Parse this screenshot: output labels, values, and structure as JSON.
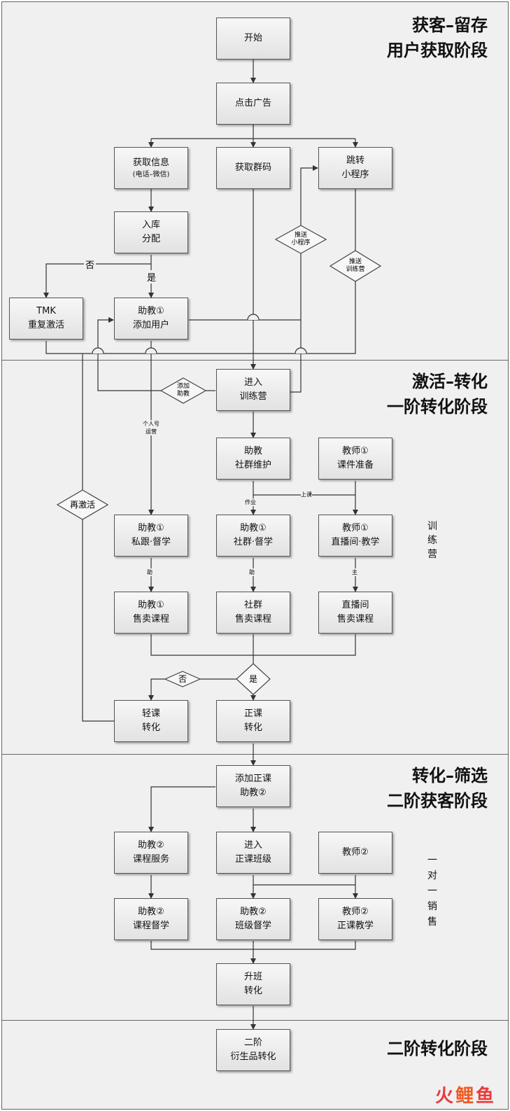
{
  "stages": {
    "s1": {
      "line1": "获客–留存",
      "line2": "用户获取阶段"
    },
    "s2": {
      "line1": "激活–转化",
      "line2": "一阶转化阶段"
    },
    "s3": {
      "line1": "转化–筛选",
      "line2": "二阶获客阶段"
    },
    "s4": {
      "line1": "二阶转化阶段"
    }
  },
  "nodes": {
    "start": {
      "line1": "开始"
    },
    "click_ad": {
      "line1": "点击广告"
    },
    "get_info": {
      "line1": "获取信息",
      "sub": "(电话–微信)"
    },
    "get_group": {
      "line1": "获取群码"
    },
    "jump": {
      "line1": "跳转",
      "line2": "小程序"
    },
    "store": {
      "line1": "入库",
      "line2": "分配"
    },
    "tmk": {
      "line1": "TMK",
      "line2": "重复激活"
    },
    "ta1_add": {
      "line1": "助教①",
      "line2": "添加用户"
    },
    "enter_camp": {
      "line1": "进入",
      "line2": "训练营"
    },
    "ta_group": {
      "line1": "助教",
      "line2": "社群维护"
    },
    "teacher_prep": {
      "line1": "教师①",
      "line2": "课件准备"
    },
    "ta1_private": {
      "line1": "助教①",
      "line2": "私跟·督学"
    },
    "ta1_group": {
      "line1": "助教①",
      "line2": "社群·督学"
    },
    "teacher_live": {
      "line1": "教师①",
      "line2": "直播间·教学"
    },
    "ta1_sell": {
      "line1": "助教①",
      "line2": "售卖课程"
    },
    "group_sell": {
      "line1": "社群",
      "line2": "售卖课程"
    },
    "live_sell": {
      "line1": "直播间",
      "line2": "售卖课程"
    },
    "light_course": {
      "line1": "轻课",
      "line2": "转化"
    },
    "full_course": {
      "line1": "正课",
      "line2": "转化"
    },
    "add_full": {
      "line1": "添加正课",
      "line2": "助教②"
    },
    "ta2_service": {
      "line1": "助教②",
      "line2": "课程服务"
    },
    "enter_class": {
      "line1": "进入",
      "line2": "正课班级"
    },
    "teacher2": {
      "line1": "教师②"
    },
    "ta2_supervise": {
      "line1": "助教②",
      "line2": "课程督学"
    },
    "ta2_class": {
      "line1": "助教②",
      "line2": "班级督学"
    },
    "teacher2_teach": {
      "line1": "教师②",
      "line2": "正课教学"
    },
    "upgrade": {
      "line1": "升班",
      "line2": "转化"
    },
    "derivative": {
      "line1": "二阶",
      "line2": "衍生品转化"
    }
  },
  "decisions": {
    "push_mini": {
      "line1": "推送",
      "line2": "小程序"
    },
    "push_camp": {
      "line1": "推送",
      "line2": "训练营"
    },
    "add_ta": {
      "line1": "添加",
      "line2": "助教"
    },
    "reactivate": {
      "line1": "再激活"
    },
    "no": {
      "line1": "否"
    },
    "yes": {
      "line1": "是"
    }
  },
  "edge_labels": {
    "no": "否",
    "yes": "是",
    "personal": "个人号",
    "operate": "运营",
    "homework": "作业",
    "class": "上课",
    "assist1": "助",
    "assist2": "助",
    "main": "主"
  },
  "side_labels": {
    "camp": "训练营",
    "one_on_one": "一对一销售"
  },
  "logo": {
    "a": "火",
    "b": "鲤",
    "c": "鱼"
  }
}
